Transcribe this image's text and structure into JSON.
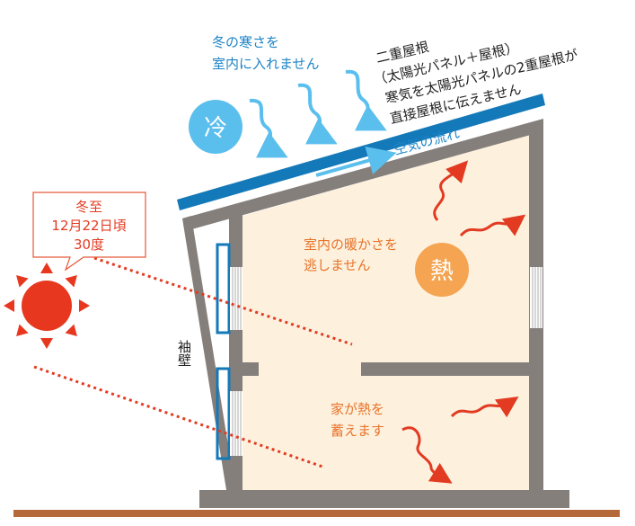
{
  "cold": {
    "icon_label": "冷",
    "line1": "冬の寒さを",
    "line2": "室内に入れません"
  },
  "roof": {
    "line1": "二重屋根",
    "line2": "（太陽光パネル＋屋根）",
    "line3": "寒気を太陽光パネルの2重屋根が",
    "line4": "直接屋根に伝えません",
    "airflow": "空気の流れ"
  },
  "callout": {
    "line1": "冬至",
    "line2": "12月22日頃",
    "line3": "30度"
  },
  "wing_wall": "袖壁",
  "heat": {
    "icon_label": "熱",
    "line1": "室内の暖かさを",
    "line2": "逃しません"
  },
  "storage": {
    "line1": "家が熱を",
    "line2": "蓄えます"
  },
  "colors": {
    "roof_blue": "#1479b8",
    "cold": "#5bbfee",
    "heat": "#f5a451",
    "sun": "#e8371f",
    "wall": "#857f7c",
    "interior": "#fdf1de",
    "ground": "#b5683a"
  }
}
